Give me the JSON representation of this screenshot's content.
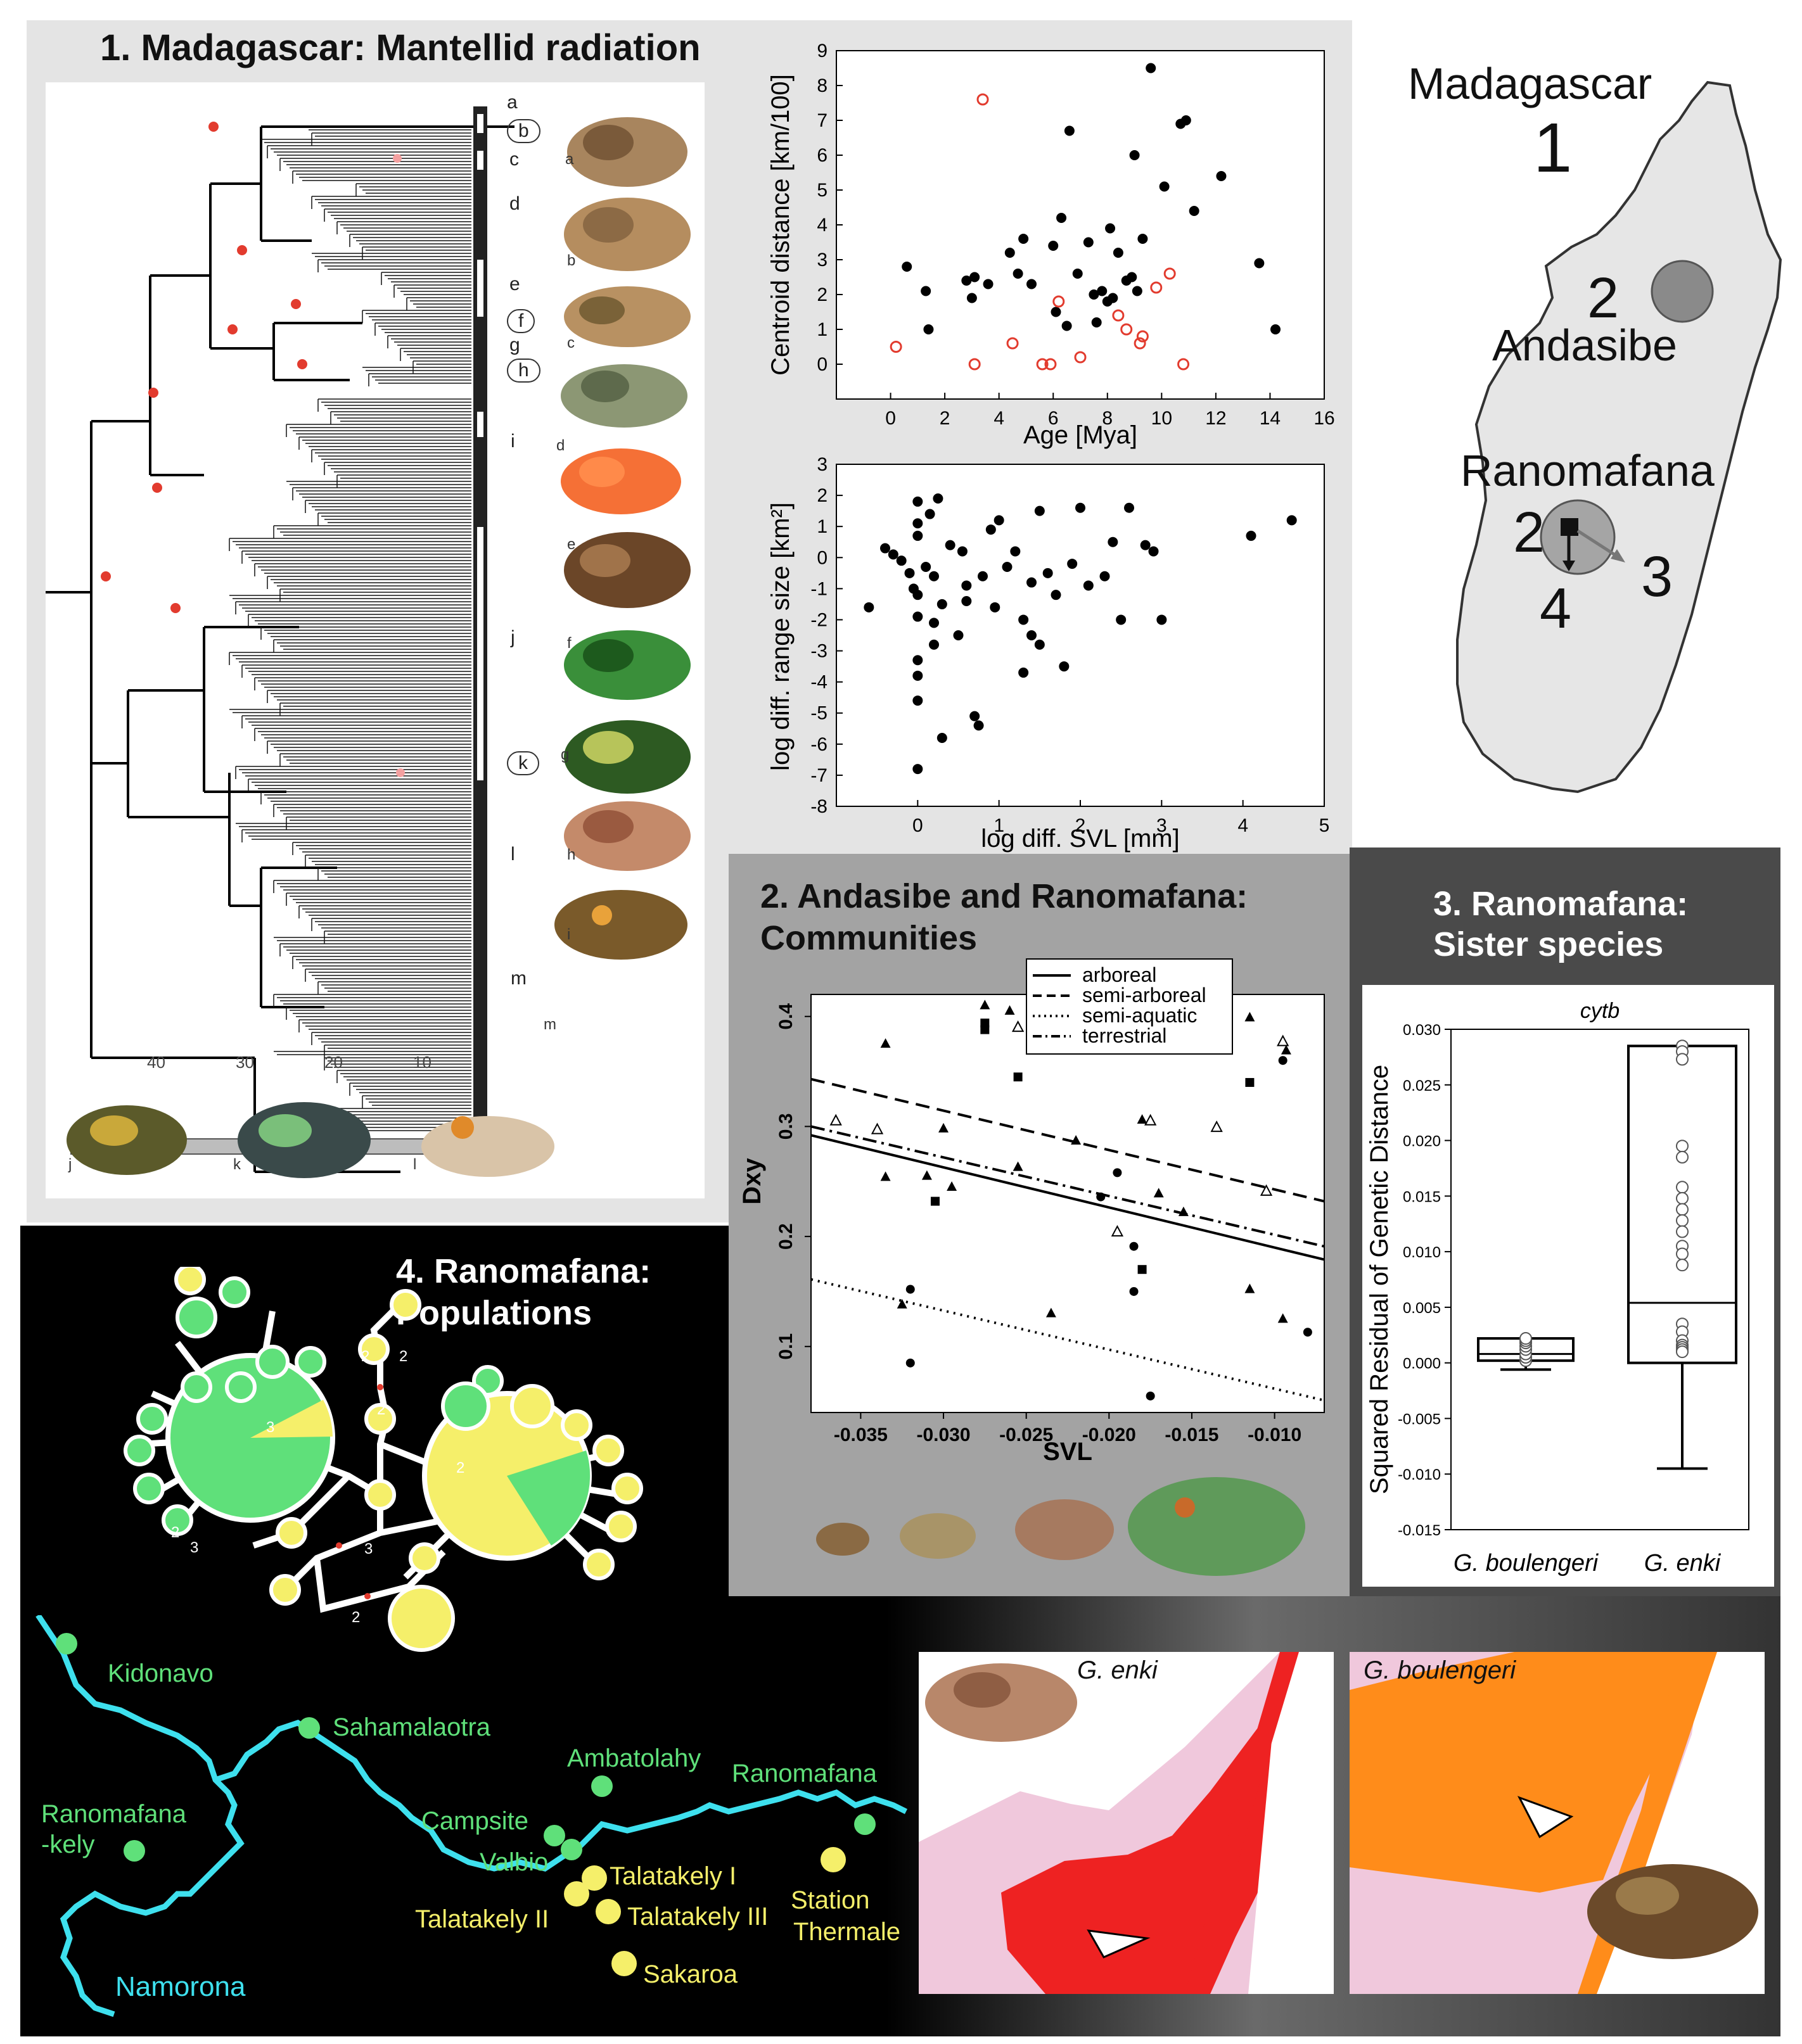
{
  "panel1": {
    "title": "1. Madagascar: Mantellid radiation",
    "clade_letters": [
      "a",
      "b",
      "c",
      "d",
      "e",
      "f",
      "g",
      "h",
      "i",
      "j",
      "k",
      "l",
      "m"
    ],
    "timescale": [
      "40",
      "30",
      "20",
      "10"
    ],
    "frog_labels": [
      "a",
      "b",
      "c",
      "d",
      "e",
      "f",
      "g",
      "h",
      "i",
      "m",
      "j",
      "k",
      "l"
    ]
  },
  "scatter_top": {
    "chart_data": {
      "type": "scatter",
      "xlabel": "Age [Mya]",
      "ylabel": "Centroid distance [km/100]",
      "xlim": [
        -2,
        16
      ],
      "ylim": [
        -1,
        9
      ],
      "xticks": [
        "0",
        "2",
        "4",
        "6",
        "8",
        "10",
        "12",
        "14",
        "16"
      ],
      "yticks": [
        "0",
        "1",
        "2",
        "3",
        "4",
        "5",
        "6",
        "7",
        "8",
        "9"
      ],
      "series": [
        {
          "color": "#000000",
          "filled": true,
          "points": [
            [
              0.6,
              2.8
            ],
            [
              1.3,
              2.1
            ],
            [
              1.4,
              1.0
            ],
            [
              2.8,
              2.4
            ],
            [
              3.0,
              1.9
            ],
            [
              3.1,
              2.5
            ],
            [
              3.6,
              2.3
            ],
            [
              4.4,
              3.2
            ],
            [
              4.7,
              2.6
            ],
            [
              4.9,
              3.6
            ],
            [
              5.2,
              2.3
            ],
            [
              6.0,
              3.4
            ],
            [
              6.1,
              1.5
            ],
            [
              6.3,
              4.2
            ],
            [
              6.5,
              1.1
            ],
            [
              6.6,
              6.7
            ],
            [
              6.9,
              2.6
            ],
            [
              7.3,
              3.5
            ],
            [
              7.5,
              2.0
            ],
            [
              7.6,
              1.2
            ],
            [
              7.8,
              2.1
            ],
            [
              8.0,
              1.8
            ],
            [
              8.1,
              3.9
            ],
            [
              8.2,
              1.9
            ],
            [
              8.4,
              3.2
            ],
            [
              8.7,
              2.4
            ],
            [
              8.9,
              2.5
            ],
            [
              9.0,
              6.0
            ],
            [
              9.1,
              2.1
            ],
            [
              9.3,
              3.6
            ],
            [
              9.6,
              8.5
            ],
            [
              10.1,
              5.1
            ],
            [
              10.7,
              6.9
            ],
            [
              10.9,
              7.0
            ],
            [
              11.2,
              4.4
            ],
            [
              12.2,
              5.4
            ],
            [
              13.6,
              2.9
            ],
            [
              14.2,
              1.0
            ]
          ]
        },
        {
          "color": "#e23b2e",
          "filled": false,
          "points": [
            [
              0.2,
              0.5
            ],
            [
              3.4,
              7.6
            ],
            [
              3.1,
              0.0
            ],
            [
              4.5,
              0.6
            ],
            [
              5.6,
              0.0
            ],
            [
              5.9,
              0.0
            ],
            [
              6.2,
              1.8
            ],
            [
              7.0,
              0.2
            ],
            [
              8.4,
              1.4
            ],
            [
              8.7,
              1.0
            ],
            [
              9.2,
              0.6
            ],
            [
              9.3,
              0.8
            ],
            [
              9.8,
              2.2
            ],
            [
              10.3,
              2.6
            ],
            [
              10.8,
              0.0
            ]
          ]
        }
      ]
    }
  },
  "scatter_bottom": {
    "chart_data": {
      "type": "scatter",
      "xlabel": "log diff. SVL [mm]",
      "ylabel": "log diff. range size [km²]",
      "xlim": [
        -1,
        5
      ],
      "ylim": [
        -8,
        3
      ],
      "xticks": [
        "0",
        "1",
        "2",
        "3",
        "4",
        "5"
      ],
      "yticks": [
        "3",
        "2",
        "1",
        "0",
        "-1",
        "-2",
        "-3",
        "-4",
        "-5",
        "-6",
        "-7",
        "-8"
      ],
      "series": [
        {
          "color": "#000000",
          "filled": true,
          "points": [
            [
              -0.6,
              -1.6
            ],
            [
              -0.4,
              0.3
            ],
            [
              -0.3,
              0.1
            ],
            [
              -0.2,
              -0.1
            ],
            [
              -0.1,
              -0.5
            ],
            [
              -0.05,
              -1.0
            ],
            [
              0.0,
              1.8
            ],
            [
              0.0,
              1.1
            ],
            [
              0.0,
              0.7
            ],
            [
              0.0,
              -1.2
            ],
            [
              0.0,
              -1.9
            ],
            [
              0.0,
              -3.3
            ],
            [
              0.0,
              -3.8
            ],
            [
              0.0,
              -4.6
            ],
            [
              0.0,
              -6.8
            ],
            [
              0.1,
              -0.3
            ],
            [
              0.15,
              1.4
            ],
            [
              0.2,
              -0.6
            ],
            [
              0.2,
              -2.1
            ],
            [
              0.2,
              -2.8
            ],
            [
              0.25,
              1.9
            ],
            [
              0.3,
              -1.5
            ],
            [
              0.3,
              -5.8
            ],
            [
              0.4,
              0.4
            ],
            [
              0.5,
              -2.5
            ],
            [
              0.55,
              0.2
            ],
            [
              0.6,
              -1.4
            ],
            [
              0.6,
              -0.9
            ],
            [
              0.7,
              -5.1
            ],
            [
              0.75,
              -5.4
            ],
            [
              0.8,
              -0.6
            ],
            [
              0.9,
              0.9
            ],
            [
              0.95,
              -1.6
            ],
            [
              1.0,
              1.2
            ],
            [
              1.1,
              -0.3
            ],
            [
              1.2,
              0.2
            ],
            [
              1.3,
              -2.0
            ],
            [
              1.3,
              -3.7
            ],
            [
              1.4,
              -0.8
            ],
            [
              1.4,
              -2.5
            ],
            [
              1.5,
              -2.8
            ],
            [
              1.5,
              1.5
            ],
            [
              1.6,
              -0.5
            ],
            [
              1.7,
              -1.2
            ],
            [
              1.8,
              -3.5
            ],
            [
              1.9,
              -0.2
            ],
            [
              2.0,
              1.6
            ],
            [
              2.1,
              -0.9
            ],
            [
              2.3,
              -0.6
            ],
            [
              2.4,
              0.5
            ],
            [
              2.5,
              -2.0
            ],
            [
              2.6,
              1.6
            ],
            [
              2.8,
              0.4
            ],
            [
              2.9,
              0.2
            ],
            [
              3.0,
              -2.0
            ],
            [
              4.1,
              0.7
            ],
            [
              4.6,
              1.2
            ]
          ]
        }
      ]
    }
  },
  "map_madagascar": {
    "title": "Madagascar",
    "labels": [
      "1",
      "2",
      "Andasibe",
      "Ranomafana",
      "2",
      "3",
      "4"
    ]
  },
  "panel2": {
    "title_line1": "2. Andasibe and Ranomafana:",
    "title_line2": "Communities",
    "chart_data": {
      "type": "scatter",
      "xlabel": "SVL",
      "ylabel": "Dxy",
      "xlim": [
        -0.038,
        -0.007
      ],
      "ylim": [
        0.04,
        0.42
      ],
      "xticks": [
        "-0.035",
        "-0.030",
        "-0.025",
        "-0.020",
        "-0.015",
        "-0.010"
      ],
      "yticks": [
        "0.1",
        "0.2",
        "0.3",
        "0.4"
      ],
      "legend": [
        "arboreal",
        "semi-arboreal",
        "semi-aquatic",
        "terrestrial"
      ],
      "legend_position": "top-right",
      "lines": [
        {
          "name": "arboreal",
          "style": "solid",
          "x": [
            -0.038,
            -0.007
          ],
          "y": [
            0.292,
            0.179
          ]
        },
        {
          "name": "semi-arboreal",
          "style": "dashed",
          "x": [
            -0.038,
            -0.007
          ],
          "y": [
            0.343,
            0.232
          ]
        },
        {
          "name": "semi-aquatic",
          "style": "dotted",
          "x": [
            -0.038,
            -0.007
          ],
          "y": [
            0.161,
            0.051
          ]
        },
        {
          "name": "terrestrial",
          "style": "dashdot",
          "x": [
            -0.038,
            -0.007
          ],
          "y": [
            0.3,
            0.191
          ]
        }
      ],
      "points": {
        "triangles_filled": [
          [
            -0.0335,
            0.375
          ],
          [
            -0.0335,
            0.254
          ],
          [
            -0.031,
            0.255
          ],
          [
            -0.0295,
            0.245
          ],
          [
            -0.0275,
            0.41
          ],
          [
            -0.026,
            0.405
          ],
          [
            -0.0255,
            0.263
          ],
          [
            -0.0235,
            0.13
          ],
          [
            -0.022,
            0.287
          ],
          [
            -0.018,
            0.306
          ],
          [
            -0.017,
            0.239
          ],
          [
            -0.0155,
            0.222
          ],
          [
            -0.0115,
            0.152
          ],
          [
            -0.0115,
            0.399
          ],
          [
            -0.0095,
            0.125
          ],
          [
            -0.0093,
            0.369
          ],
          [
            -0.03,
            0.298
          ],
          [
            -0.0325,
            0.138
          ]
        ],
        "triangles_open": [
          [
            -0.0365,
            0.305
          ],
          [
            -0.034,
            0.297
          ],
          [
            -0.0195,
            0.204
          ],
          [
            -0.0175,
            0.305
          ],
          [
            -0.0135,
            0.299
          ],
          [
            -0.0105,
            0.241
          ],
          [
            -0.0095,
            0.377
          ],
          [
            -0.0255,
            0.39
          ]
        ],
        "circles_filled": [
          [
            -0.032,
            0.152
          ],
          [
            -0.032,
            0.085
          ],
          [
            -0.0205,
            0.236
          ],
          [
            -0.0195,
            0.258
          ],
          [
            -0.0185,
            0.15
          ],
          [
            -0.0185,
            0.191
          ],
          [
            -0.0175,
            0.055
          ],
          [
            -0.0095,
            0.36
          ],
          [
            -0.008,
            0.113
          ]
        ],
        "squares_filled": [
          [
            -0.0275,
            0.394
          ],
          [
            -0.0275,
            0.388
          ],
          [
            -0.0305,
            0.232
          ],
          [
            -0.0255,
            0.345
          ],
          [
            -0.018,
            0.17
          ],
          [
            -0.0115,
            0.34
          ]
        ]
      }
    }
  },
  "panel3": {
    "title_line1": "3. Ranomafana:",
    "title_line2": "Sister species",
    "chart_data": {
      "type": "box",
      "title": "cytb",
      "ylabel": "Squared Residual of  Genetic Distance",
      "ylim": [
        -0.015,
        0.03
      ],
      "yticks": [
        "0.030",
        "0.025",
        "0.020",
        "0.015",
        "0.010",
        "0.005",
        "0.000",
        "-0.005",
        "-0.010",
        "-0.015"
      ],
      "categories": [
        "G. boulengeri",
        "G. enki"
      ],
      "boxes": [
        {
          "name": "G. boulengeri",
          "q1": 0.0002,
          "median": 0.0008,
          "q3": 0.0022,
          "whisker_low": -0.0006,
          "whisker_high": 0.0022,
          "outliers": [
            0.0002,
            0.0005,
            0.0008,
            0.0012,
            0.0015,
            0.0018,
            0.002,
            0.0022
          ]
        },
        {
          "name": "G. enki",
          "q1": 0.0,
          "median": 0.0054,
          "q3": 0.0285,
          "whisker_low": -0.0095,
          "whisker_high": 0.0285,
          "outliers": [
            0.0285,
            0.028,
            0.0273,
            0.0195,
            0.0185,
            0.0158,
            0.0148,
            0.0138,
            0.0128,
            0.0118,
            0.0105,
            0.0098,
            0.0088,
            0.0035,
            0.0028,
            0.002,
            0.0016,
            0.0014,
            0.0012,
            0.001
          ]
        }
      ]
    }
  },
  "panel4": {
    "title_line1": "4. Ranomafana:",
    "title_line2": "Populations",
    "mutation_labels": [
      "2",
      "2",
      "2",
      "3",
      "3",
      "2",
      "2",
      "2",
      "3"
    ],
    "sites_green": [
      "Kidonavo",
      "Sahamalaotra",
      "Ambatolahy",
      "Ranomafana",
      "Ranomafana",
      "-kely",
      "Campsite",
      "Valbio",
      "Namorona"
    ],
    "sites_yellow": [
      "Talatakely I",
      "Talatakely II",
      "Talatakely III",
      "Station",
      "Thermale",
      "Sakaroa"
    ],
    "colors": {
      "green": "#5fe07a",
      "yellow": "#f5ef6a",
      "river": "#3ee0ee"
    }
  },
  "maps_bottom": {
    "enki_label": "G. enki",
    "boulengeri_label": "G. boulengeri",
    "colors": {
      "enki": "#ee2222",
      "boulengeri": "#ff8c1a"
    }
  }
}
